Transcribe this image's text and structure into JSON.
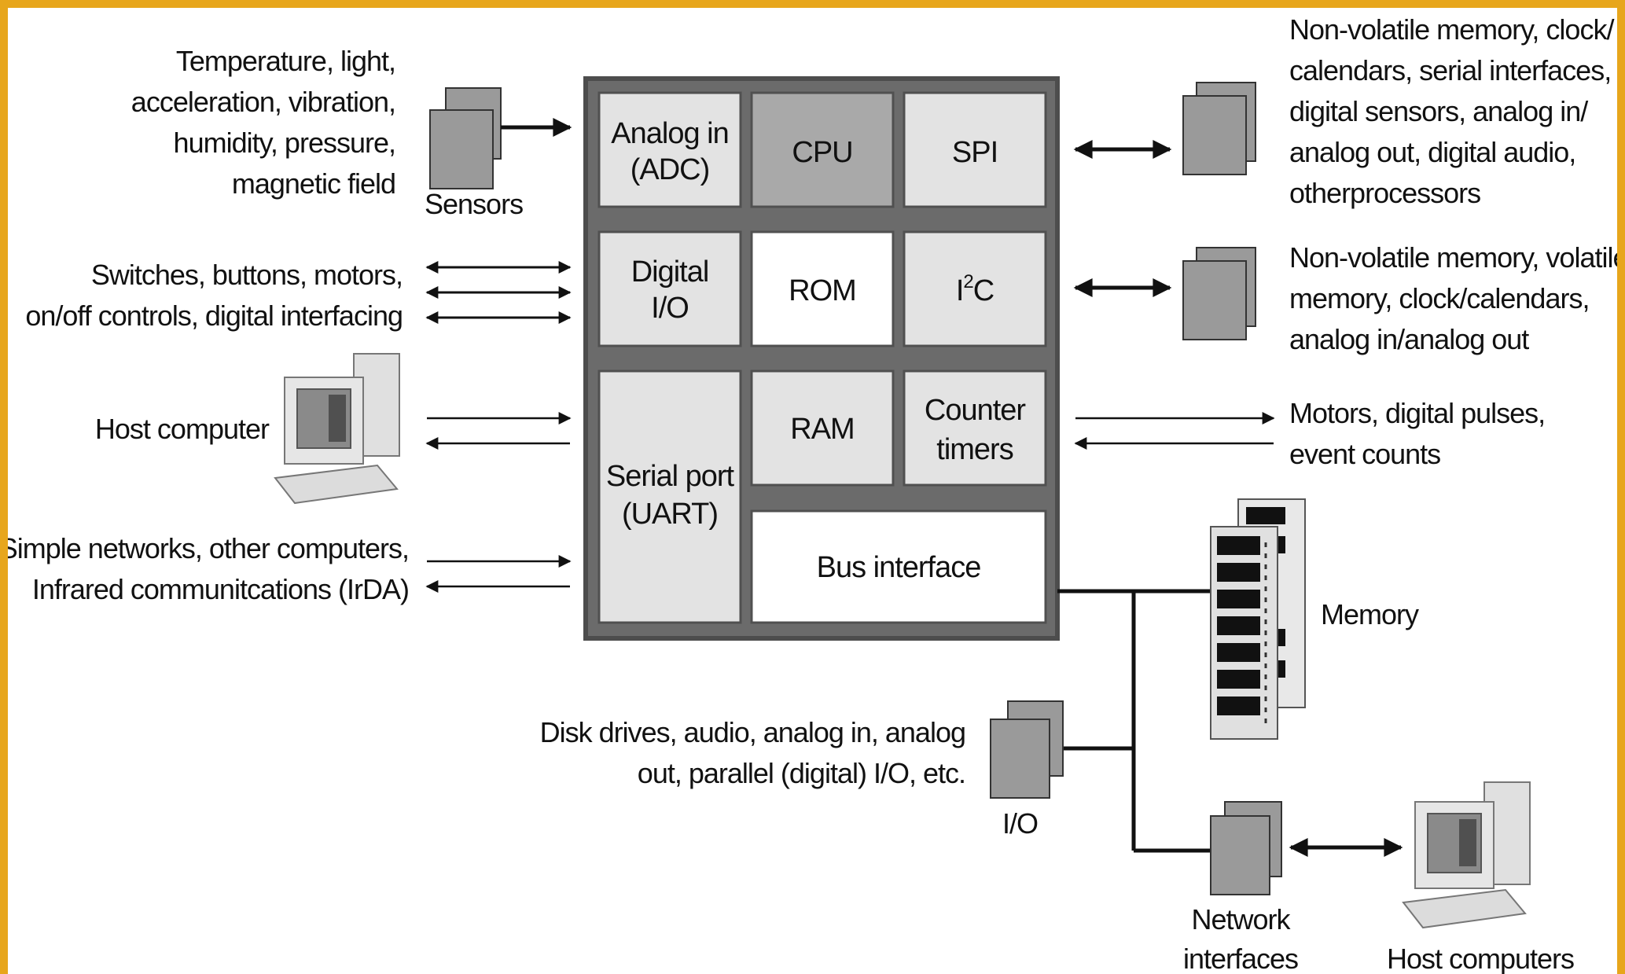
{
  "chip_blocks": {
    "analog_in": [
      "Analog in",
      "(ADC)"
    ],
    "cpu": "CPU",
    "spi": "SPI",
    "digital_io": [
      "Digital",
      "I/O"
    ],
    "rom": "ROM",
    "i2c": {
      "base": "I",
      "sup": "2",
      "tail": "C"
    },
    "ram": "RAM",
    "serial_port": [
      "Serial port",
      "(UART)"
    ],
    "counter_timers": [
      "Counter",
      "timers"
    ],
    "bus_interface": "Bus interface"
  },
  "left": {
    "sensors_desc": [
      "Temperature, light,",
      "acceleration, vibration,",
      "humidity, pressure,",
      "magnetic field"
    ],
    "sensors_label": "Sensors",
    "switches_desc": [
      "Switches, buttons, motors,",
      "on/off controls, digital interfacing"
    ],
    "host_computer": "Host computer",
    "networks_desc": [
      "Simple networks, other computers,",
      "Infrared communitcations (IrDA)"
    ]
  },
  "right": {
    "spi_desc": [
      "Non-volatile memory, clock/",
      "calendars, serial interfaces,",
      "digital sensors, analog in/",
      "analog out, digital audio,",
      "otherprocessors"
    ],
    "i2c_desc": [
      "Non-volatile memory, volatile",
      "memory, clock/calendars,",
      "analog in/analog out"
    ],
    "timers_desc": [
      "Motors, digital pulses,",
      "event counts"
    ],
    "memory_label": "Memory",
    "io_desc": [
      "Disk drives, audio, analog in, analog",
      "out, parallel (digital) I/O, etc."
    ],
    "io_label": "I/O",
    "network_label": [
      "Network",
      "interfaces"
    ],
    "host_computers": "Host computers"
  },
  "colors": {
    "border": "#e7a61c",
    "chip_body": "#6b6b6b",
    "block_light": "#e3e3e3",
    "block_cpu": "#a9a9a9",
    "block_white": "#ffffff",
    "device_gray": "#9a9a9a"
  }
}
